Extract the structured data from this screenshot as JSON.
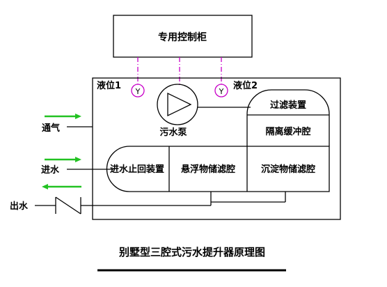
{
  "control_cabinet": "专用控制柜",
  "level_1": "液位1",
  "level_2": "液位2",
  "level_sensor_glyph": "Y",
  "pump": "污水泵",
  "filter_device": "过滤装置",
  "buffer_chamber": "隔离缓冲腔",
  "inlet_check_device": "进水止回装置",
  "suspended_storage_chamber": "悬浮物储滤腔",
  "sediment_storage_chamber": "沉淀物储滤腔",
  "vent": "通气",
  "inlet": "进水",
  "outlet": "出水",
  "title": "别墅型三腔式污水提升器原理图",
  "colors": {
    "signal_line": "#c800c8",
    "arrow": "#22c222",
    "line": "#000000"
  }
}
